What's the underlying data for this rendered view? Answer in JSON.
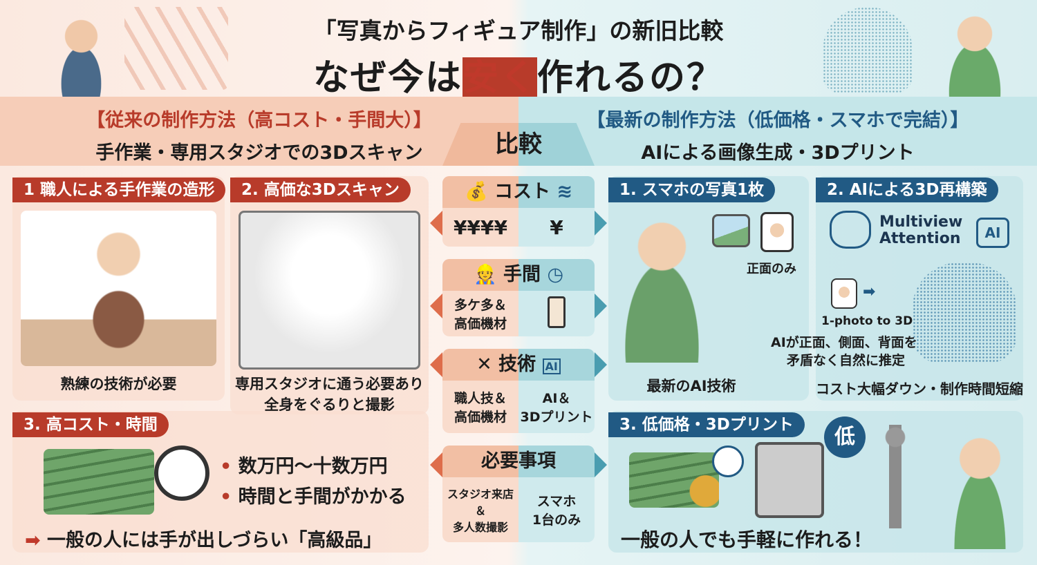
{
  "header": {
    "subtitle": "「写真からフィギュア制作」の新旧比較",
    "title_pre": "なぜ今は",
    "title_accent": "安く",
    "title_post": "作れるの？"
  },
  "left": {
    "heading": "【従来の制作方法（高コスト・手間大）】",
    "subheading": "手作業・専用スタジオでの3Dスキャン",
    "p1": {
      "label": "1 職人による手作業の造形",
      "caption": "熟練の技術が必要"
    },
    "p2": {
      "label": "2. 高価な3Dスキャン",
      "caption1": "専用スタジオに通う必要あり",
      "caption2": "全身をぐるりと撮影"
    },
    "p3": {
      "label": "3. 高コスト・時間",
      "bullet1": "数万円〜十数万円",
      "bullet2": "時間と手間がかかる",
      "conclusion": "一般の人には手が出しづらい「高級品」"
    }
  },
  "compare": {
    "label": "比較",
    "rows": [
      {
        "title": "コスト",
        "left": "¥¥¥¥",
        "right": "¥"
      },
      {
        "title": "手間",
        "left": "多ケ多＆\n高価機材",
        "right": ""
      },
      {
        "title": "技術",
        "left": "職人技＆\n高価機材",
        "right": "AI＆\n3Dプリント"
      },
      {
        "title": "必要事項",
        "left": "スタジオ来店\n＆\n多人数撮影",
        "right": "スマホ\n1台のみ"
      }
    ]
  },
  "right": {
    "heading": "【最新の制作方法（低価格・スマホで完結）】",
    "subheading": "AIによる画像生成・3Dプリント",
    "p1": {
      "label": "1. スマホの写真1枚",
      "front_only": "正面のみ",
      "caption": "最新のAI技術"
    },
    "p2": {
      "label": "2. AIによる3D再構築",
      "mv1": "Multiview",
      "mv2": "Attention",
      "ai": "AI",
      "photo3d": "1-photo to 3D",
      "desc1": "AIが正面、側面、背面を",
      "desc2": "矛盾なく自然に推定",
      "caption": "コスト大幅ダウン・制作時間短縮"
    },
    "p3": {
      "label": "3. 低価格・3Dプリント",
      "badge": "低",
      "conclusion": "一般の人でも手軽に作れる！"
    }
  },
  "colors": {
    "red": "#b83b2a",
    "blue": "#215a84",
    "accent": "#c0392b"
  }
}
